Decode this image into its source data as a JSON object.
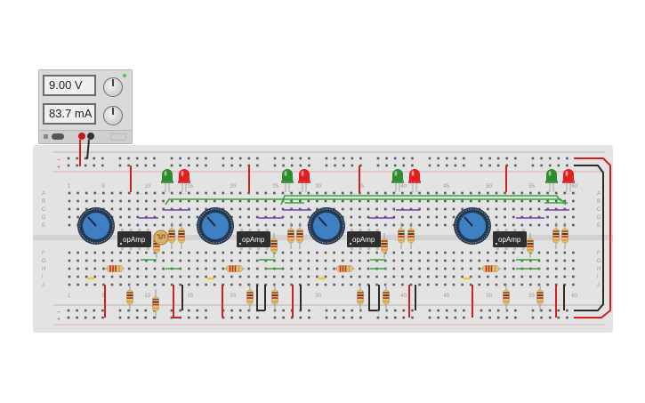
{
  "power_supply": {
    "voltage_display": "9.00 V",
    "current_display": "83.7 mA"
  },
  "chip_labels": [
    "opAmp",
    "opAmp",
    "opAmp",
    "opAmp"
  ],
  "column_numbers": [
    "1",
    "5",
    "10",
    "15",
    "20",
    "25",
    "30",
    "35",
    "40",
    "45",
    "50",
    "55",
    "60"
  ],
  "row_letters": [
    "A",
    "B",
    "C",
    "D",
    "E",
    "F",
    "G",
    "H",
    "I",
    "J"
  ],
  "colors": {
    "board": "#e3e3e3",
    "wire_red": "#d21f1f",
    "wire_black": "#2b2b2b",
    "wire_green": "#3aa53a",
    "wire_purple": "#7a3ab5",
    "led_green": "#2e8b2e",
    "led_red": "#e02020",
    "pot_blue": "#3f7fc4",
    "chip": "#2e2e2e"
  },
  "icons": [
    "potentiometer-icon",
    "photoresistor-icon",
    "led-icon",
    "resistor-icon"
  ]
}
